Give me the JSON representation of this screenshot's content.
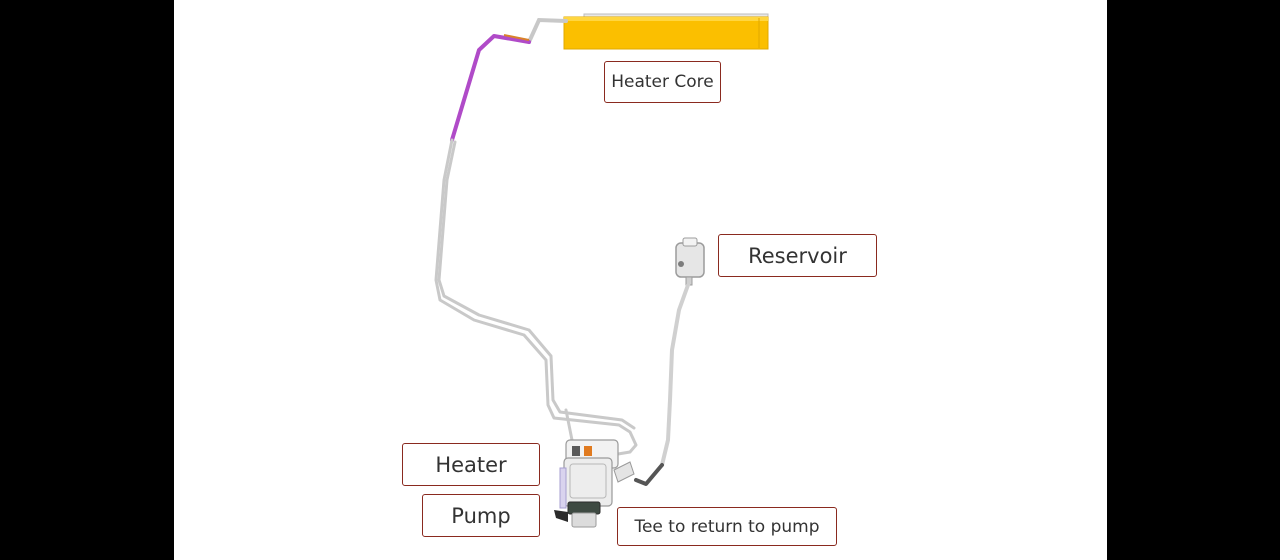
{
  "labels": {
    "heater_core": "Heater Core",
    "reservoir": "Reservoir",
    "heater": "Heater",
    "pump": "Pump",
    "tee": "Tee to return to pump"
  },
  "colors": {
    "frame_border": "#000000",
    "slide_background": "#ffffff",
    "label_border": "#8a2a1f",
    "heater_core_fill": "#fbbf00",
    "supply_hose": "#b04bc8",
    "pipe": "#cfcfcf",
    "return_hose": "#555555"
  },
  "icons": {
    "heater_core": "heater-core-icon",
    "reservoir": "reservoir-icon",
    "pump_assembly": "pump-assembly-icon"
  }
}
